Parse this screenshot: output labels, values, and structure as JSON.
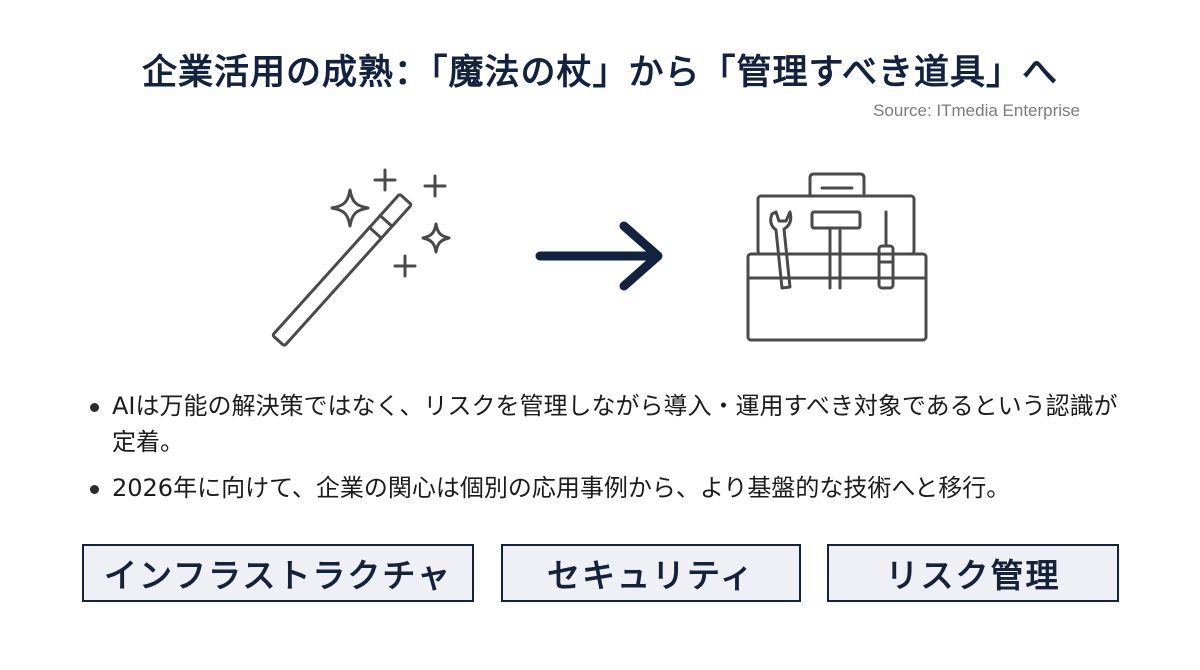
{
  "title": "企業活用の成熟：「魔法の杖」から「管理すべき道具」へ",
  "source": "Source: ITmedia Enterprise",
  "icons": {
    "left": "magic-wand-icon",
    "middle": "arrow-right-icon",
    "right": "toolbox-icon"
  },
  "colors": {
    "navy": "#13223f",
    "icon_gray": "#4a4a4a",
    "box_fill": "#eef0f6"
  },
  "bullets": [
    "AIは万能の解決策ではなく、リスクを管理しながら導入・運用すべき対象であるという認識が定着。",
    "2026年に向けて、企業の関心は個別の応用事例から、より基盤的な技術へと移行。"
  ],
  "keywords": [
    "インフラストラクチャ",
    "セキュリティ",
    "リスク管理"
  ]
}
